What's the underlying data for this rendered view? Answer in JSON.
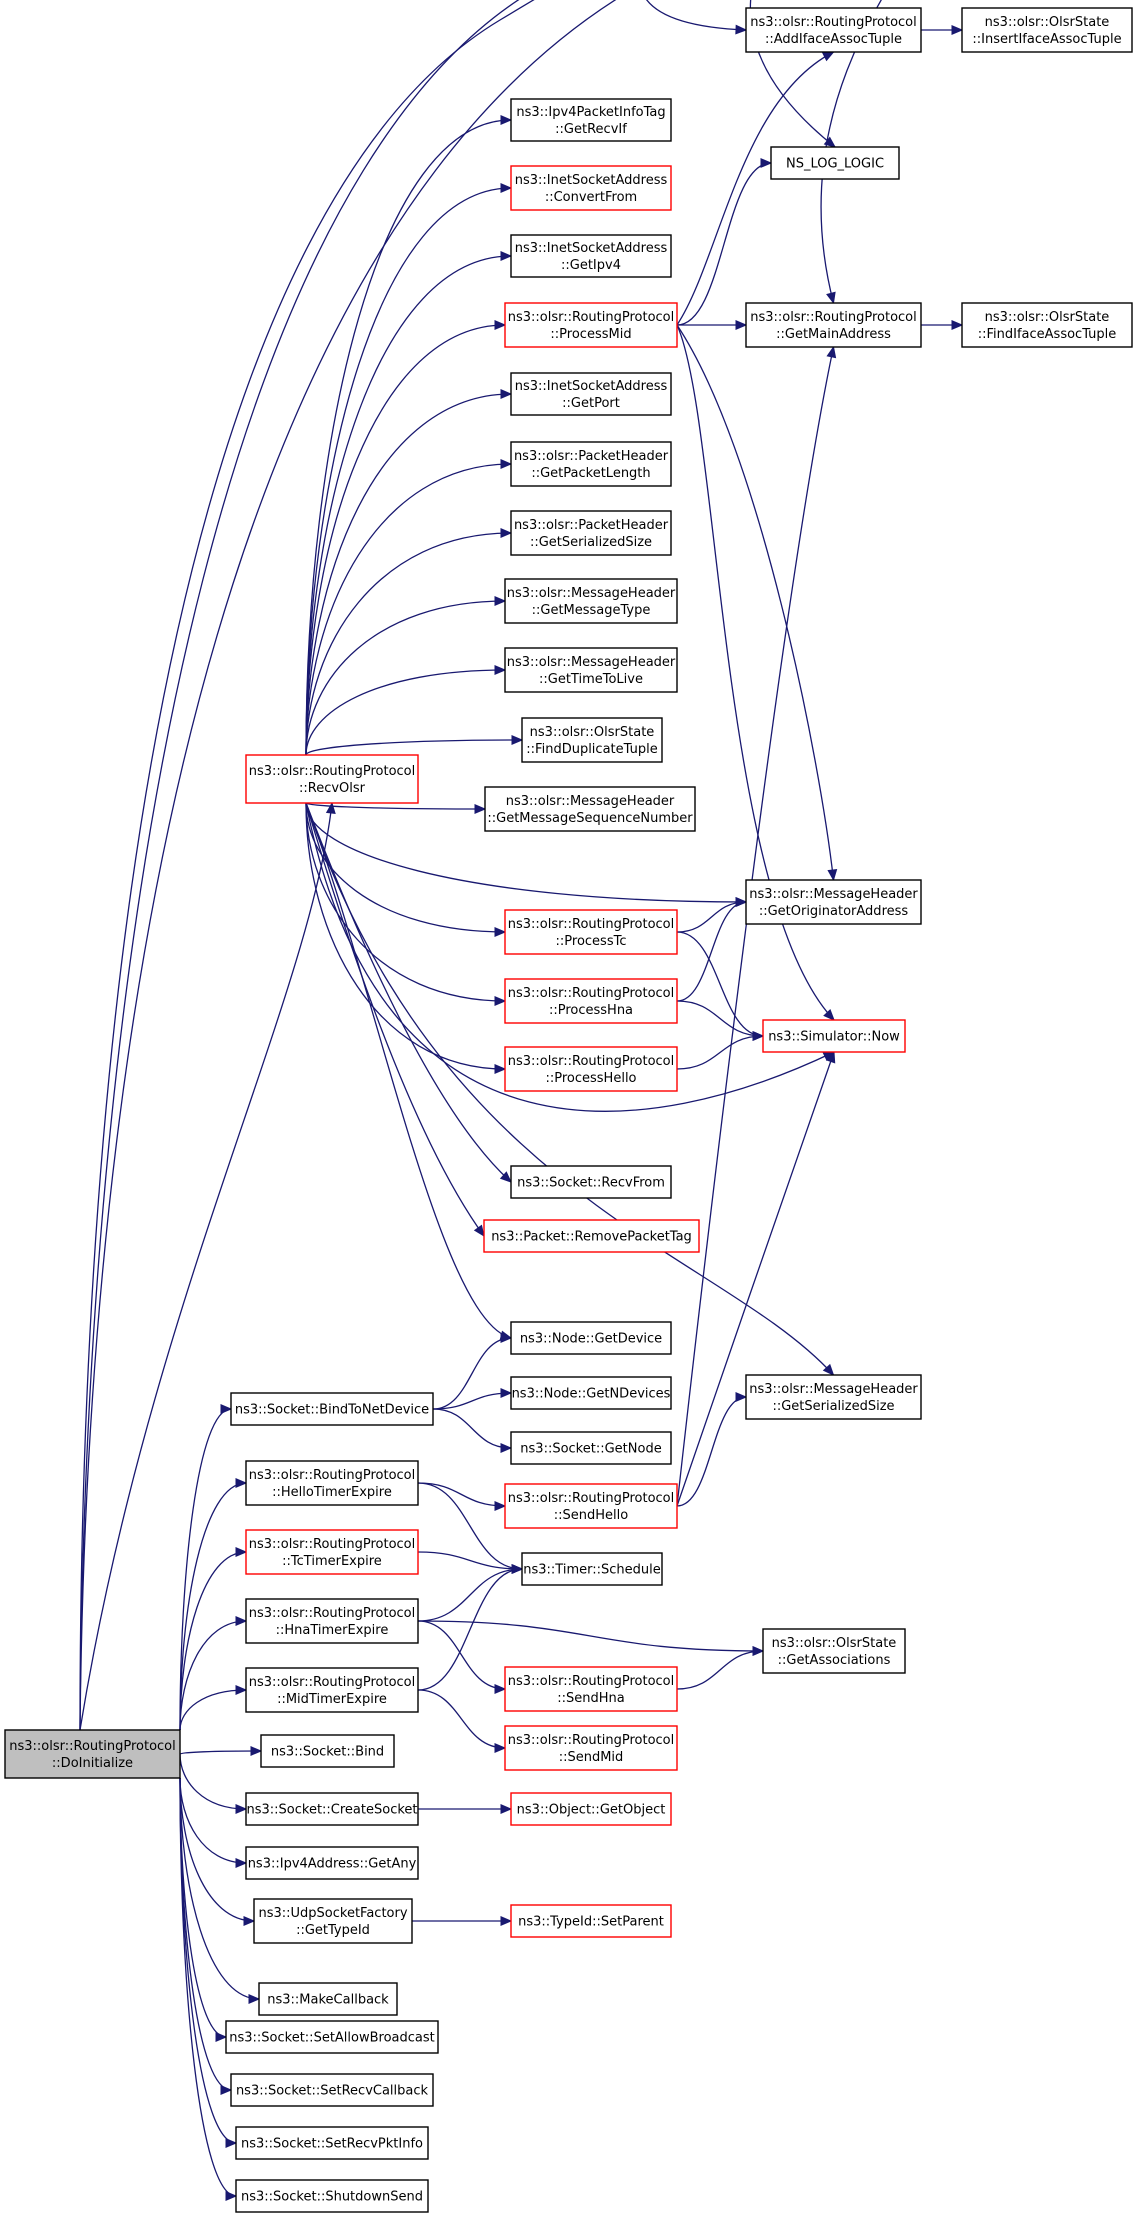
{
  "colors": {
    "edge": "#191970",
    "node_border": "#000000",
    "node_border_link_missing": "#ff0000",
    "root_fill": "#bfbfbf"
  },
  "nodes": [
    {
      "id": "doinit",
      "root": true,
      "red": false,
      "lines": [
        "ns3::olsr::RoutingProtocol",
        "::DoInitialize"
      ]
    },
    {
      "id": "recvolsr",
      "red": true,
      "lines": [
        "ns3::olsr::RoutingProtocol",
        "::RecvOlsr"
      ]
    },
    {
      "id": "addiface",
      "red": false,
      "lines": [
        "ns3::olsr::RoutingProtocol",
        "::AddIfaceAssocTuple"
      ]
    },
    {
      "id": "insertiface",
      "red": false,
      "lines": [
        "ns3::olsr::OlsrState",
        "::InsertIfaceAssocTuple"
      ]
    },
    {
      "id": "ipv4pkt",
      "red": false,
      "lines": [
        "ns3::Ipv4PacketInfoTag",
        "::GetRecvIf"
      ]
    },
    {
      "id": "nslog",
      "red": false,
      "lines": [
        "NS_LOG_LOGIC"
      ]
    },
    {
      "id": "convertfrom",
      "red": true,
      "lines": [
        "ns3::InetSocketAddress",
        "::ConvertFrom"
      ]
    },
    {
      "id": "getipv4",
      "red": false,
      "lines": [
        "ns3::InetSocketAddress",
        "::GetIpv4"
      ]
    },
    {
      "id": "processmid",
      "red": true,
      "lines": [
        "ns3::olsr::RoutingProtocol",
        "::ProcessMid"
      ]
    },
    {
      "id": "getmain",
      "red": false,
      "lines": [
        "ns3::olsr::RoutingProtocol",
        "::GetMainAddress"
      ]
    },
    {
      "id": "findiface",
      "red": false,
      "lines": [
        "ns3::olsr::OlsrState",
        "::FindIfaceAssocTuple"
      ]
    },
    {
      "id": "getport",
      "red": false,
      "lines": [
        "ns3::InetSocketAddress",
        "::GetPort"
      ]
    },
    {
      "id": "pktlen",
      "red": false,
      "lines": [
        "ns3::olsr::PacketHeader",
        "::GetPacketLength"
      ]
    },
    {
      "id": "pktser",
      "red": false,
      "lines": [
        "ns3::olsr::PacketHeader",
        "::GetSerializedSize"
      ]
    },
    {
      "id": "msgtype",
      "red": false,
      "lines": [
        "ns3::olsr::MessageHeader",
        "::GetMessageType"
      ]
    },
    {
      "id": "ttl",
      "red": false,
      "lines": [
        "ns3::olsr::MessageHeader",
        "::GetTimeToLive"
      ]
    },
    {
      "id": "finddup",
      "red": false,
      "lines": [
        "ns3::olsr::OlsrState",
        "::FindDuplicateTuple"
      ]
    },
    {
      "id": "msgseq",
      "red": false,
      "lines": [
        "ns3::olsr::MessageHeader",
        "::GetMessageSequenceNumber"
      ]
    },
    {
      "id": "origaddr",
      "red": false,
      "lines": [
        "ns3::olsr::MessageHeader",
        "::GetOriginatorAddress"
      ]
    },
    {
      "id": "processtc",
      "red": true,
      "lines": [
        "ns3::olsr::RoutingProtocol",
        "::ProcessTc"
      ]
    },
    {
      "id": "processhna",
      "red": true,
      "lines": [
        "ns3::olsr::RoutingProtocol",
        "::ProcessHna"
      ]
    },
    {
      "id": "simnow",
      "red": true,
      "lines": [
        "ns3::Simulator::Now"
      ]
    },
    {
      "id": "processhello",
      "red": true,
      "lines": [
        "ns3::olsr::RoutingProtocol",
        "::ProcessHello"
      ]
    },
    {
      "id": "recvfrom",
      "red": false,
      "lines": [
        "ns3::Socket::RecvFrom"
      ]
    },
    {
      "id": "removetag",
      "red": true,
      "lines": [
        "ns3::Packet::RemovePacketTag"
      ]
    },
    {
      "id": "getdevice",
      "red": false,
      "lines": [
        "ns3::Node::GetDevice"
      ]
    },
    {
      "id": "bindnet",
      "red": false,
      "lines": [
        "ns3::Socket::BindToNetDevice"
      ]
    },
    {
      "id": "getndev",
      "red": false,
      "lines": [
        "ns3::Node::GetNDevices"
      ]
    },
    {
      "id": "msgser",
      "red": false,
      "lines": [
        "ns3::olsr::MessageHeader",
        "::GetSerializedSize"
      ]
    },
    {
      "id": "getnode",
      "red": false,
      "lines": [
        "ns3::Socket::GetNode"
      ]
    },
    {
      "id": "hellotimer",
      "red": false,
      "lines": [
        "ns3::olsr::RoutingProtocol",
        "::HelloTimerExpire"
      ]
    },
    {
      "id": "sendhello",
      "red": true,
      "lines": [
        "ns3::olsr::RoutingProtocol",
        "::SendHello"
      ]
    },
    {
      "id": "tctimer",
      "red": true,
      "lines": [
        "ns3::olsr::RoutingProtocol",
        "::TcTimerExpire"
      ]
    },
    {
      "id": "schedule",
      "red": false,
      "lines": [
        "ns3::Timer::Schedule"
      ]
    },
    {
      "id": "hnatimer",
      "red": false,
      "lines": [
        "ns3::olsr::RoutingProtocol",
        "::HnaTimerExpire"
      ]
    },
    {
      "id": "getassoc",
      "red": false,
      "lines": [
        "ns3::olsr::OlsrState",
        "::GetAssociations"
      ]
    },
    {
      "id": "midtimer",
      "red": false,
      "lines": [
        "ns3::olsr::RoutingProtocol",
        "::MidTimerExpire"
      ]
    },
    {
      "id": "sendhna",
      "red": true,
      "lines": [
        "ns3::olsr::RoutingProtocol",
        "::SendHna"
      ]
    },
    {
      "id": "sendmid",
      "red": true,
      "lines": [
        "ns3::olsr::RoutingProtocol",
        "::SendMid"
      ]
    },
    {
      "id": "bind",
      "red": false,
      "lines": [
        "ns3::Socket::Bind"
      ]
    },
    {
      "id": "createsock",
      "red": false,
      "lines": [
        "ns3::Socket::CreateSocket"
      ]
    },
    {
      "id": "getobject",
      "red": true,
      "lines": [
        "ns3::Object::GetObject"
      ]
    },
    {
      "id": "getany",
      "red": false,
      "lines": [
        "ns3::Ipv4Address::GetAny"
      ]
    },
    {
      "id": "udpfactory",
      "red": false,
      "lines": [
        "ns3::UdpSocketFactory",
        "::GetTypeId"
      ]
    },
    {
      "id": "setparent",
      "red": true,
      "lines": [
        "ns3::TypeId::SetParent"
      ]
    },
    {
      "id": "makecb",
      "red": false,
      "lines": [
        "ns3::MakeCallback"
      ]
    },
    {
      "id": "setbcast",
      "red": false,
      "lines": [
        "ns3::Socket::SetAllowBroadcast"
      ]
    },
    {
      "id": "setrecvcb",
      "red": false,
      "lines": [
        "ns3::Socket::SetRecvCallback"
      ]
    },
    {
      "id": "setpktinfo",
      "red": false,
      "lines": [
        "ns3::Socket::SetRecvPktInfo"
      ]
    },
    {
      "id": "shutdown",
      "red": false,
      "lines": [
        "ns3::Socket::ShutdownSend"
      ]
    }
  ],
  "edges": [
    [
      "doinit",
      "addiface"
    ],
    [
      "doinit",
      "nslog"
    ],
    [
      "doinit",
      "getmain"
    ],
    [
      "doinit",
      "recvolsr"
    ],
    [
      "doinit",
      "bindnet"
    ],
    [
      "doinit",
      "hellotimer"
    ],
    [
      "doinit",
      "tctimer"
    ],
    [
      "doinit",
      "hnatimer"
    ],
    [
      "doinit",
      "midtimer"
    ],
    [
      "doinit",
      "bind"
    ],
    [
      "doinit",
      "createsock"
    ],
    [
      "doinit",
      "getany"
    ],
    [
      "doinit",
      "udpfactory"
    ],
    [
      "doinit",
      "makecb"
    ],
    [
      "doinit",
      "setbcast"
    ],
    [
      "doinit",
      "setrecvcb"
    ],
    [
      "doinit",
      "setpktinfo"
    ],
    [
      "doinit",
      "shutdown"
    ],
    [
      "recvolsr",
      "ipv4pkt"
    ],
    [
      "recvolsr",
      "convertfrom"
    ],
    [
      "recvolsr",
      "getipv4"
    ],
    [
      "recvolsr",
      "processmid"
    ],
    [
      "recvolsr",
      "getport"
    ],
    [
      "recvolsr",
      "pktlen"
    ],
    [
      "recvolsr",
      "pktser"
    ],
    [
      "recvolsr",
      "msgtype"
    ],
    [
      "recvolsr",
      "ttl"
    ],
    [
      "recvolsr",
      "finddup"
    ],
    [
      "recvolsr",
      "msgseq"
    ],
    [
      "recvolsr",
      "origaddr"
    ],
    [
      "recvolsr",
      "processtc"
    ],
    [
      "recvolsr",
      "processhna"
    ],
    [
      "recvolsr",
      "processhello"
    ],
    [
      "recvolsr",
      "simnow"
    ],
    [
      "recvolsr",
      "recvfrom"
    ],
    [
      "recvolsr",
      "removetag"
    ],
    [
      "recvolsr",
      "getdevice"
    ],
    [
      "recvolsr",
      "msgser"
    ],
    [
      "addiface",
      "insertiface"
    ],
    [
      "processmid",
      "addiface"
    ],
    [
      "processmid",
      "nslog"
    ],
    [
      "processmid",
      "getmain"
    ],
    [
      "processmid",
      "origaddr"
    ],
    [
      "processmid",
      "simnow"
    ],
    [
      "getmain",
      "findiface"
    ],
    [
      "processtc",
      "origaddr"
    ],
    [
      "processtc",
      "simnow"
    ],
    [
      "processhna",
      "origaddr"
    ],
    [
      "processhna",
      "simnow"
    ],
    [
      "processhello",
      "simnow"
    ],
    [
      "bindnet",
      "getdevice"
    ],
    [
      "bindnet",
      "getndev"
    ],
    [
      "bindnet",
      "getnode"
    ],
    [
      "hellotimer",
      "sendhello"
    ],
    [
      "hellotimer",
      "schedule"
    ],
    [
      "sendhello",
      "getmain"
    ],
    [
      "sendhello",
      "simnow"
    ],
    [
      "sendhello",
      "msgser"
    ],
    [
      "tctimer",
      "schedule"
    ],
    [
      "hnatimer",
      "schedule"
    ],
    [
      "hnatimer",
      "sendhna"
    ],
    [
      "hnatimer",
      "getassoc"
    ],
    [
      "sendhna",
      "getassoc"
    ],
    [
      "midtimer",
      "schedule"
    ],
    [
      "midtimer",
      "sendmid"
    ],
    [
      "createsock",
      "getobject"
    ],
    [
      "udpfactory",
      "setparent"
    ]
  ]
}
